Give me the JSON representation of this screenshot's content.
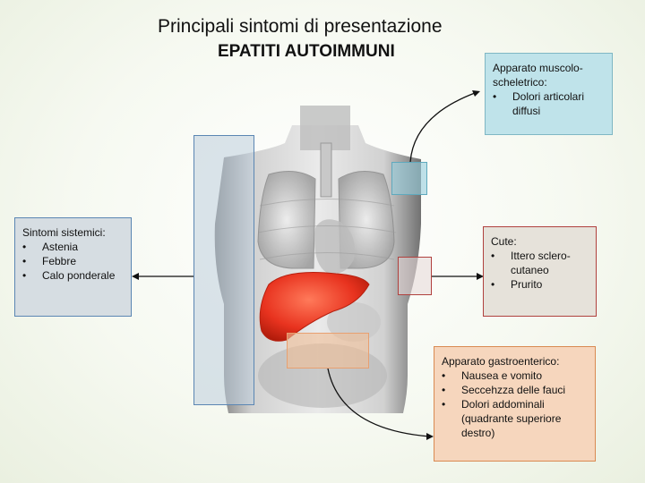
{
  "title": {
    "line1": "Principali sintomi di presentazione",
    "line2": "EPATITI AUTOIMMUNI"
  },
  "boxes": {
    "muscolo": {
      "heading": "Apparato muscolo-scheletrico:",
      "items": [
        "Dolori articolari diffusi"
      ]
    },
    "cute": {
      "heading": "Cute:",
      "items": [
        "Ittero sclero-cutaneo",
        "Prurito"
      ]
    },
    "sistemici": {
      "heading": "Sintomi sistemici:",
      "items": [
        "Astenia",
        "Febbre",
        "Calo ponderale"
      ]
    },
    "gastro": {
      "heading": "Apparato gastroenterico:",
      "items": [
        "Nausea e vomito",
        "Seccehzza delle fauci",
        "Dolori addominali (quadrante superiore destro)"
      ]
    }
  },
  "colors": {
    "liver": "#e8331f",
    "systemic_border": "#5b86b3",
    "skin_border": "#b0413e",
    "gastro_border": "#d98a52",
    "musculo_border": "#7fb7c4"
  }
}
